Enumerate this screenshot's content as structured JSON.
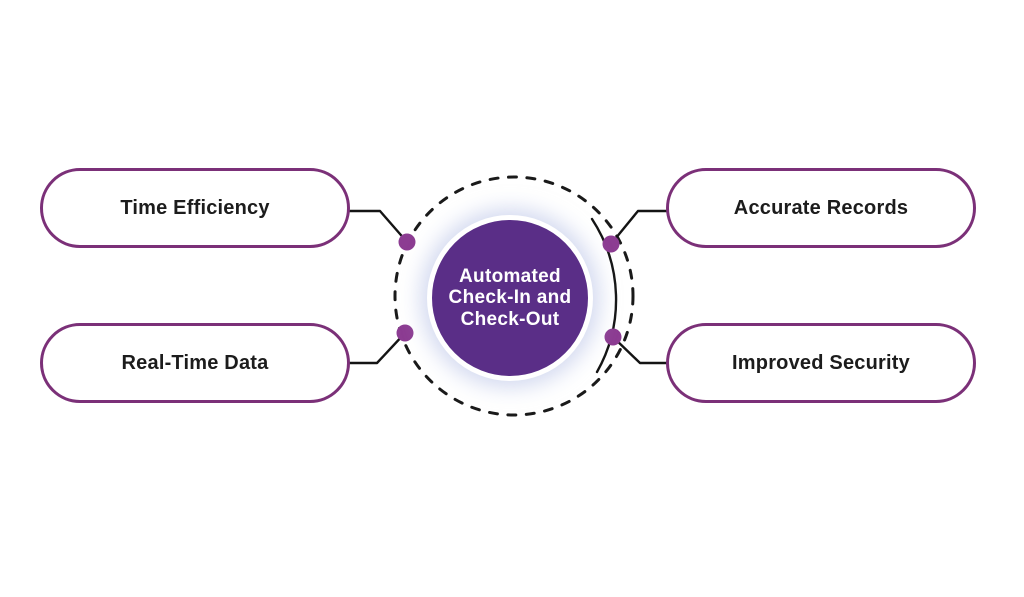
{
  "title": "Automated Check-In and Check-Out benefits diagram",
  "colors": {
    "background": "#ffffff",
    "center_circle_fill": "#5a2e87",
    "center_ring": "#ffffff",
    "glow": "#b0bce4",
    "pill_border": "#7b3078",
    "pill_fill": "#ffffff",
    "dot_fill": "#8c3c92",
    "connector_line": "#141414",
    "dashed_circle": "#1a1a1a",
    "label_text": "#1c1c1c",
    "center_text": "#ffffff"
  },
  "center": {
    "label": "Automated Check-In and Check-Out",
    "lines": [
      "Automated",
      "Check-In and",
      "Check-Out"
    ]
  },
  "nodes": [
    {
      "label": "Time Efficiency",
      "position": "top-left"
    },
    {
      "label": "Real-Time Data",
      "position": "bottom-left"
    },
    {
      "label": "Accurate Records",
      "position": "top-right"
    },
    {
      "label": "Improved Security",
      "position": "bottom-right"
    }
  ]
}
